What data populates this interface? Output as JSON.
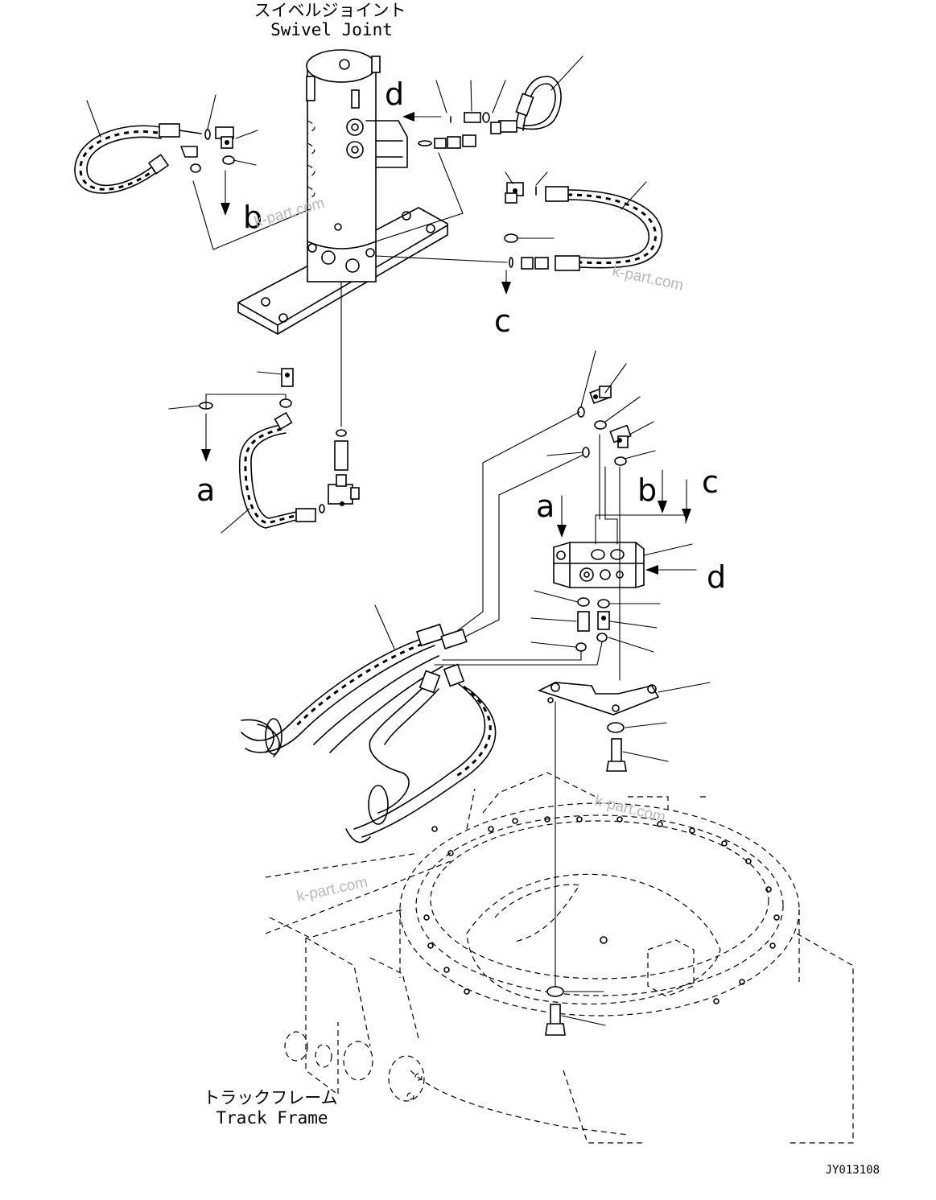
{
  "labels": {
    "swivel_joint_jp": "スイベルジョイント",
    "swivel_joint_en": "Swivel Joint",
    "track_frame_jp": "トラックフレーム",
    "track_frame_en": "Track Frame",
    "drawing_code": "JY013108"
  },
  "letters": {
    "a_upper": "a",
    "b_upper": "b",
    "c_upper": "c",
    "d_upper": "d",
    "a_lower": "a",
    "b_lower": "b",
    "c_lower": "c",
    "d_lower": "d"
  },
  "watermarks": [
    "k-part.com",
    "k-part.com",
    "k-part.com",
    "k-part.com"
  ]
}
